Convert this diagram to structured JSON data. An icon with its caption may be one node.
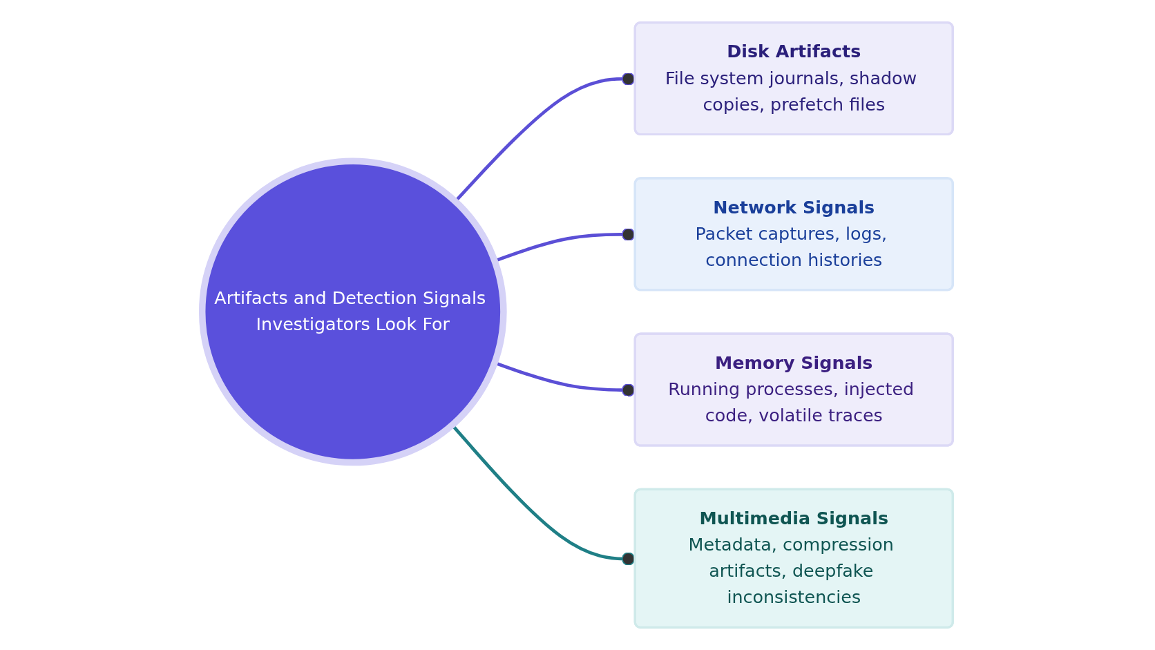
{
  "diagram": {
    "nodes": [
      {
        "text": [
          "Disk Artifacts",
          "File system journals, shadow copies, prefetch files"
        ]
      },
      {
        "text": [
          "Network Signals",
          "Packet captures, logs, connection histories"
        ]
      },
      {
        "text": [
          "Artifacts and Detection Signals Investigators Look For"
        ]
      },
      {
        "text": [
          "Memory Signals",
          "Running processes, injected code, volatile traces"
        ]
      },
      {
        "text": [
          "Multimedia Signals",
          "Metadata, compression artifacts, deepfake inconsistencies"
        ]
      }
    ],
    "edges": [
      {
        "from": 2,
        "to": 0,
        "arrow": "other"
      },
      {
        "from": 2,
        "to": 1,
        "arrow": "other"
      },
      {
        "from": 2,
        "to": 3,
        "arrow": "other"
      },
      {
        "from": 2,
        "to": 4,
        "arrow": "other",
        "color": "#1f7f86"
      }
    ]
  }
}
